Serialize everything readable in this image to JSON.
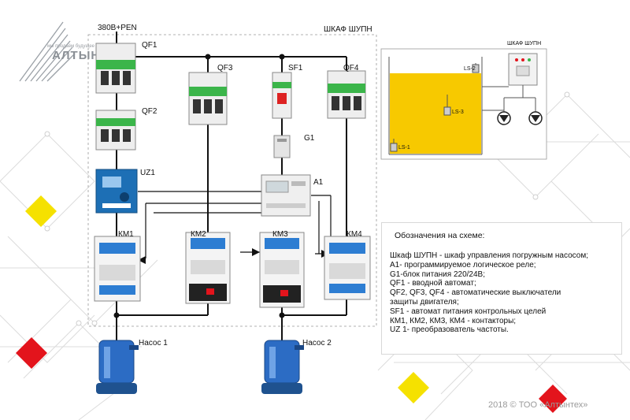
{
  "logo": {
    "name": "АЛТЫНТЕХ",
    "slogan": "мы продаём будущее"
  },
  "labels": {
    "power": "380В+PEN",
    "cabinet": "ШКАФ ШУПН",
    "qf1": "QF1",
    "qf2": "QF2",
    "qf3": "QF3",
    "qf4": "QF4",
    "sf1": "SF1",
    "g1": "G1",
    "uz1": "UZ1",
    "a1": "A1",
    "km1": "КМ1",
    "km2": "КМ2",
    "km3": "КМ3",
    "km4": "КМ4",
    "pump1": "Насос 1",
    "pump2": "Насос 2"
  },
  "tank": {
    "cabinet": "ШКАФ ШУПН",
    "ls1": "LS-1",
    "ls2": "LS-2",
    "ls3": "LS-3"
  },
  "legend": {
    "title": "Обозначения на схеме:",
    "lines": [
      "Шкаф ШУПН - шкаф управления погружным насосом;",
      "А1- программируемое логическое реле;",
      "G1-блок питания 220/24В;",
      "QF1 - вводной автомат;",
      "QF2, QF3, QF4 - автоматические выключатели",
      "защиты двигателя;",
      "SF1 - автомат питания контрольных целей",
      "КМ1, КМ2, КМ3, КМ4 - контакторы;",
      "UZ 1- пpеобразователь частоты."
    ]
  },
  "footer": "2018 © ТОО «Алтынтех»",
  "colors": {
    "accent_yellow": "#f5e100",
    "accent_red": "#e3141c",
    "tank_water": "#f7c900",
    "breaker_green": "#3bb54a",
    "inverter_blue": "#1d6fb5",
    "pump_blue": "#2c6cc4"
  }
}
